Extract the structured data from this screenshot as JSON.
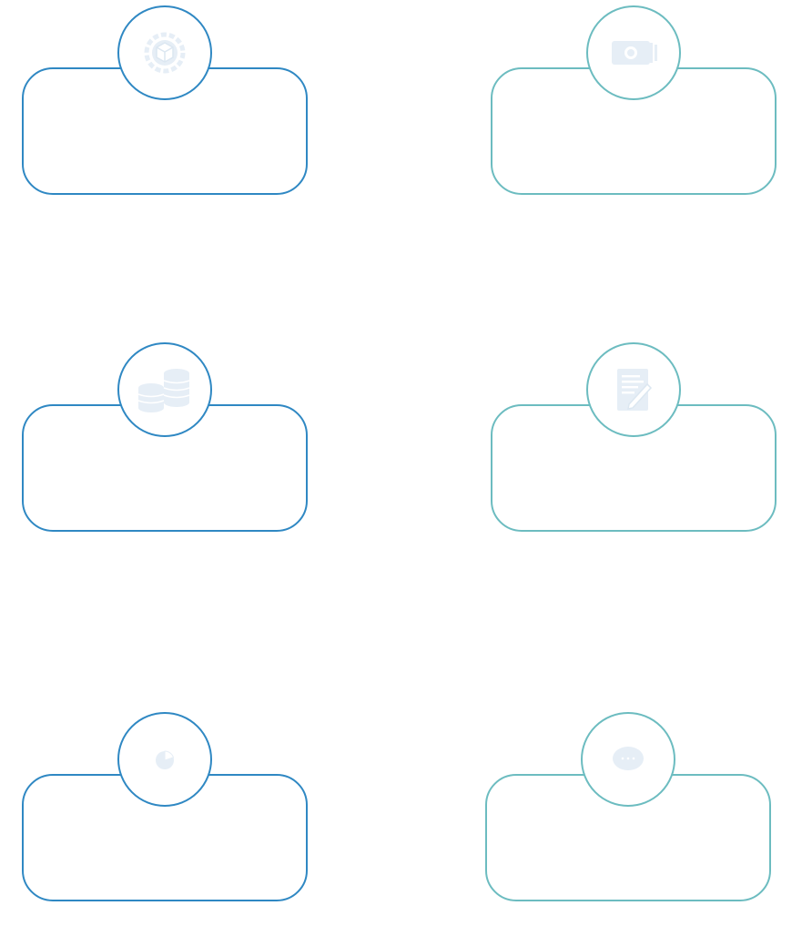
{
  "palette": {
    "blue": "#2f88c3",
    "teal": "#6cbcc0",
    "icon_fill": "#e6eef6"
  },
  "cards": [
    {
      "id": "card-1",
      "icon": "package-gear-icon",
      "accent": "#2f88c3",
      "text": ""
    },
    {
      "id": "card-2",
      "icon": "banknote-icon",
      "accent": "#6cbcc0",
      "text": ""
    },
    {
      "id": "card-3",
      "icon": "coin-stacks-icon",
      "accent": "#2f88c3",
      "text": ""
    },
    {
      "id": "card-4",
      "icon": "document-edit-icon",
      "accent": "#6cbcc0",
      "text": ""
    },
    {
      "id": "card-5",
      "icon": "pie-chart-icon",
      "accent": "#2f88c3",
      "text": ""
    },
    {
      "id": "card-6",
      "icon": "chat-bubble-icon",
      "accent": "#6cbcc0",
      "text": ""
    }
  ]
}
